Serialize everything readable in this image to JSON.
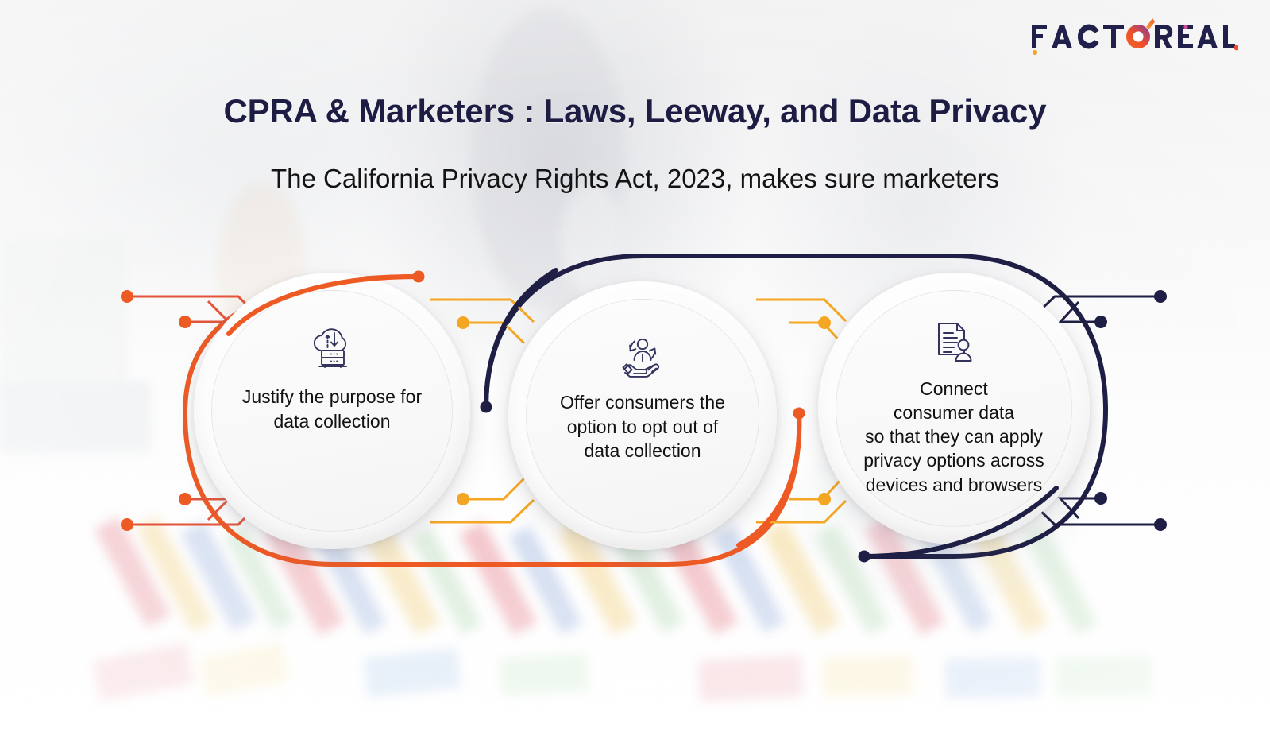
{
  "brand": {
    "logo_text": "FACTOREAL",
    "logo_name": "factoreal-logo",
    "colors": {
      "navy": "#1f1f45",
      "orange": "#f05a28",
      "amber": "#f5a623",
      "purple": "#7b3fa0"
    }
  },
  "header": {
    "title": "CPRA & Marketers : Laws, Leeway, and Data Privacy",
    "subtitle": "The California Privacy Rights Act, 2023, makes sure marketers"
  },
  "diagram": {
    "type": "three-circle-process",
    "nodes": [
      {
        "id": "node-1",
        "icon": "cloud-data-transfer-icon",
        "caption": "Justify the purpose for\ndata collection",
        "accent": "#ee5a24"
      },
      {
        "id": "node-2",
        "icon": "hand-holding-user-refresh-icon",
        "caption": "Offer consumers the\noption to opt out of\ndata collection",
        "accent": "#1f1f45"
      },
      {
        "id": "node-3",
        "icon": "document-user-profile-icon",
        "caption": "Connect\nconsumer data\nso that they can apply\nprivacy options across\ndevices and browsers",
        "accent": "#1f1f45"
      }
    ],
    "connectors": {
      "orange_arc": {
        "color": "#ee5a24",
        "spans": "node-1 to node-2"
      },
      "navy_arc": {
        "color": "#1f1f45",
        "spans": "node-2 to node-3"
      },
      "amber_links": {
        "color": "#f5a623",
        "count": 8
      },
      "dot_count": 12
    }
  }
}
